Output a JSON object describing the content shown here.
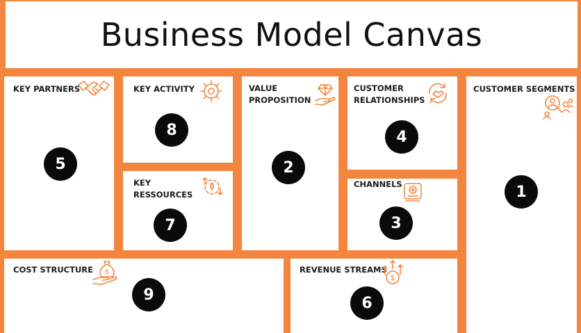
{
  "title": "Business Model Canvas",
  "accent_color": "#F4853E",
  "badge_color": "#0A0A0A",
  "blocks": [
    {
      "label": "KEY PARTNERS",
      "number": "5",
      "icon": "handshake-icon"
    },
    {
      "label": "KEY ACTIVITY",
      "number": "8",
      "icon": "gear-icon"
    },
    {
      "label": "KEY\nRESSOURCES",
      "number": "7",
      "icon": "resources-icon"
    },
    {
      "label": "VALUE\nPROPOSITION",
      "number": "2",
      "icon": "diamond-hand-icon"
    },
    {
      "label": "CUSTOMER\nRELATIONSHIPS",
      "number": "4",
      "icon": "handshake-cycle-icon"
    },
    {
      "label": "CHANNELS",
      "number": "3",
      "icon": "channels-icon"
    },
    {
      "label": "CUSTOMER SEGMENTS",
      "number": "1",
      "icon": "customer-search-icon"
    },
    {
      "label": "COST STRUCTURE",
      "number": "9",
      "icon": "money-bag-hand-icon"
    },
    {
      "label": "REVENUE STREAMS",
      "number": "6",
      "icon": "revenue-growth-icon"
    }
  ]
}
